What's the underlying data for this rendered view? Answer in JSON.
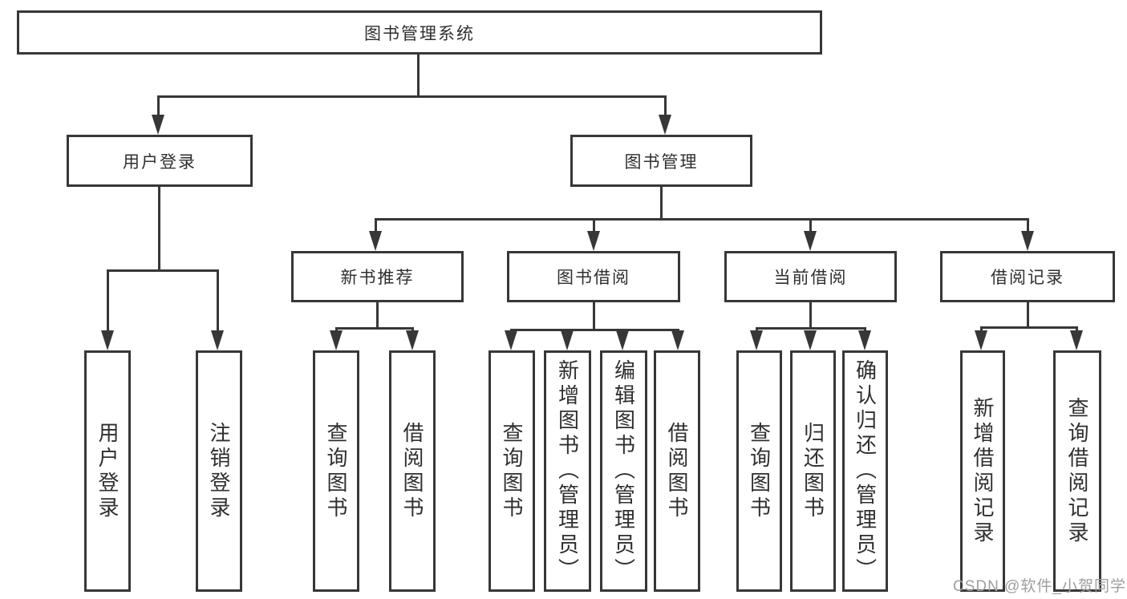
{
  "diagram": {
    "root": {
      "label": "图书管理系统"
    },
    "branches": [
      {
        "label": "用户登录",
        "children": [
          {
            "label": "用户登录"
          },
          {
            "label": "注销登录"
          }
        ]
      },
      {
        "label": "图书管理",
        "children": [
          {
            "label": "新书推荐",
            "children": [
              {
                "label": "查询图书"
              },
              {
                "label": "借阅图书"
              }
            ]
          },
          {
            "label": "图书借阅",
            "children": [
              {
                "label": "查询图书"
              },
              {
                "label": "新增图书（管理员）"
              },
              {
                "label": "编辑图书（管理员）"
              },
              {
                "label": "借阅图书"
              }
            ]
          },
          {
            "label": "当前借阅",
            "children": [
              {
                "label": "查询图书"
              },
              {
                "label": "归还图书"
              },
              {
                "label": "确认归还（管理员）"
              }
            ]
          },
          {
            "label": "借阅记录",
            "children": [
              {
                "label": "新增借阅记录"
              },
              {
                "label": "查询借阅记录"
              }
            ]
          }
        ]
      }
    ]
  },
  "watermark": {
    "text": "CSDN @软件_小贺同学"
  },
  "colors": {
    "line": "#373737",
    "box_border": "#373737",
    "text": "#2f2f2f",
    "background": "#ffffff",
    "watermark": "#9e9e9e"
  }
}
